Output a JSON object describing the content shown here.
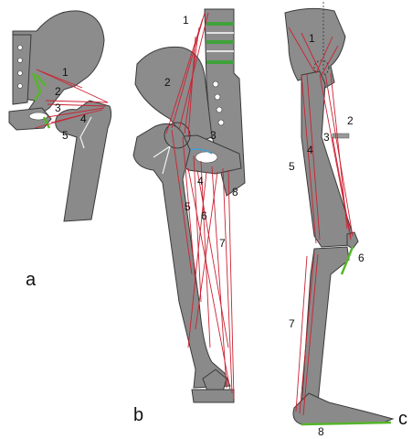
{
  "panels": {
    "a": {
      "label": "a",
      "numbers": [
        "1",
        "2",
        "3",
        "4",
        "5"
      ]
    },
    "b": {
      "label": "b",
      "numbers": [
        "1",
        "2",
        "3",
        "4",
        "5",
        "6",
        "7",
        "8"
      ]
    },
    "c": {
      "label": "c",
      "numbers": [
        "1",
        "2",
        "3",
        "4",
        "5",
        "6",
        "7",
        "8"
      ]
    }
  },
  "colors": {
    "bone": "#8a8a8a",
    "muscle_line": "#cc2233",
    "ligament": "#55b52a",
    "accent_blue": "#3fa0d8"
  }
}
